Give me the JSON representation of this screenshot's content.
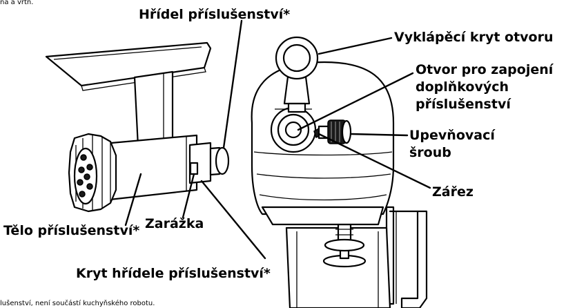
{
  "top_fragment": "na a vrtn.",
  "labels": {
    "shaft": "Hřídel příslušenství*",
    "hinged_cover": "Vyklápěcí kryt otvoru",
    "hub_line1": "Otvor pro zapojení",
    "hub_line2": "doplňkových",
    "hub_line3": "příslušenství",
    "screw_line1": "Upevňovací",
    "screw_line2": "šroub",
    "notch": "Zářez",
    "pin": "Zarážka",
    "body": "Tělo příslušenství*",
    "shaft_cover": "Kryt hřídele příslušenství*"
  },
  "footnote": "lušenství, není součástí kuchyňského robotu."
}
